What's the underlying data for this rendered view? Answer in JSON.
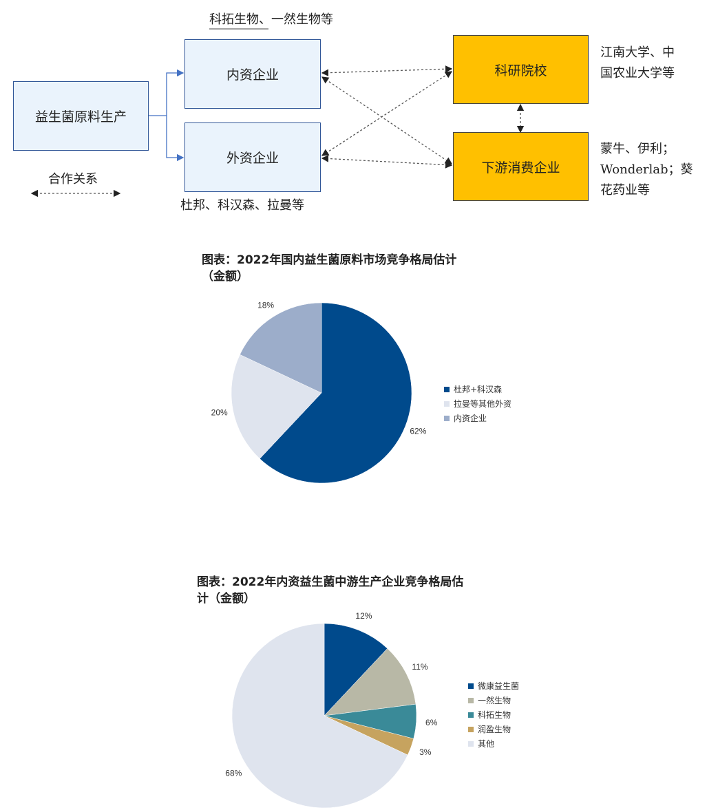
{
  "diagram": {
    "raw": "益生菌原料生产",
    "domestic": "内资企业",
    "foreign": "外资企业",
    "research": "科研院校",
    "downstream": "下游消费企业",
    "domestic_note": "科拓生物、一然生物等",
    "foreign_note": "杜邦、科汉森、拉曼等",
    "research_note": "江南大学、中\n国农业大学等",
    "downstream_note": "蒙牛、伊利；\nWonderlab；葵\n花药业等",
    "legend_label": "合作关系"
  },
  "chart_data": [
    {
      "type": "pie",
      "title": "图表：2022年国内益生菌原料市场竞争格局估计\n（金额）",
      "slices": [
        {
          "label": "杜邦+科汉森",
          "value": 62,
          "display": "62%",
          "color": "#004a8c"
        },
        {
          "label": "拉曼等其他外资",
          "value": 20,
          "display": "20%",
          "color": "#dfe4ee"
        },
        {
          "label": "内资企业",
          "value": 18,
          "display": "18%",
          "color": "#9cadca"
        }
      ]
    },
    {
      "type": "pie",
      "title": "图表：2022年内资益生菌中游生产企业竞争格局估\n计（金额）",
      "slices": [
        {
          "label": "微康益生菌",
          "value": 12,
          "display": "12%",
          "color": "#004a8c"
        },
        {
          "label": "一然生物",
          "value": 11,
          "display": "11%",
          "color": "#b8b8a6"
        },
        {
          "label": "科拓生物",
          "value": 6,
          "display": "6%",
          "color": "#3a8a98"
        },
        {
          "label": "润盈生物",
          "value": 3,
          "display": "3%",
          "color": "#c6a35f"
        },
        {
          "label": "其他",
          "value": 68,
          "display": "68%",
          "color": "#dfe4ee"
        }
      ]
    }
  ]
}
